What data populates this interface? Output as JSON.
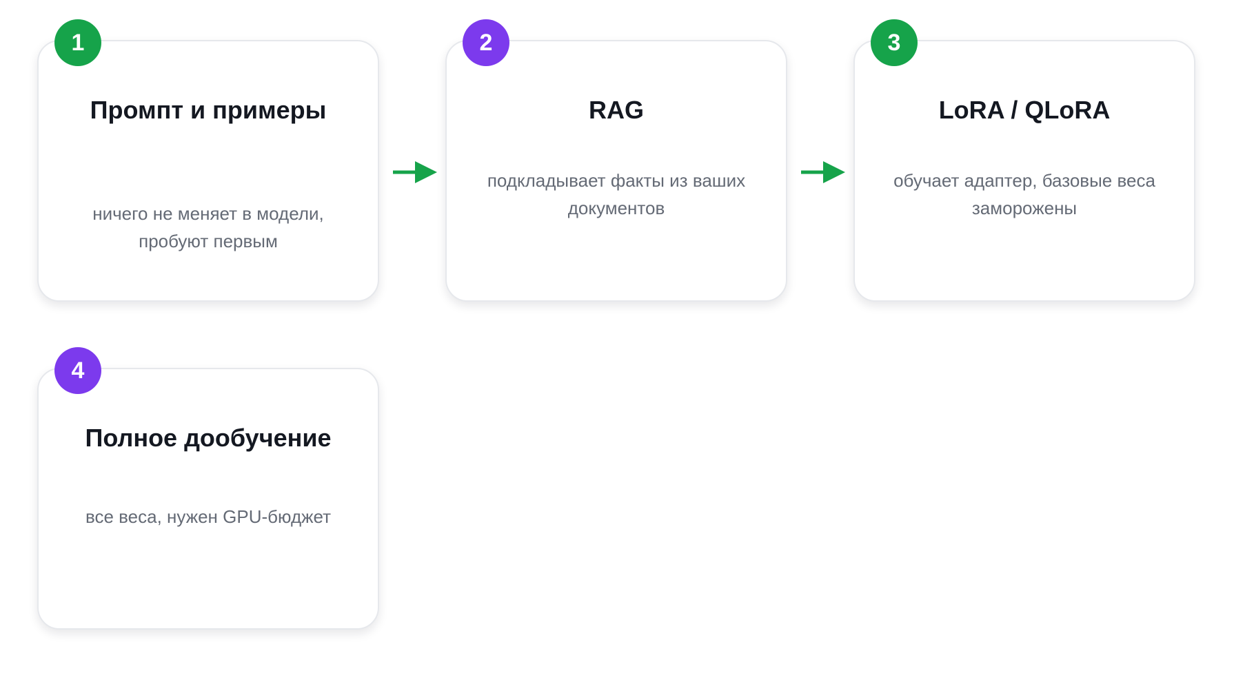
{
  "steps": [
    {
      "number": "1",
      "title": "Промпт и примеры",
      "description": "ничего не меняет в модели, пробуют первым",
      "badge_color": "#16a34a"
    },
    {
      "number": "2",
      "title": "RAG",
      "description": "подкладывает факты из ваших документов",
      "badge_color": "#7c3aed"
    },
    {
      "number": "3",
      "title": "LoRA / QLoRA",
      "description": "обучает адаптер, базовые веса заморожены",
      "badge_color": "#16a34a"
    },
    {
      "number": "4",
      "title": "Полное дообучение",
      "description": "все веса, нужен GPU-бюджет",
      "badge_color": "#7c3aed"
    }
  ],
  "colors": {
    "arrow": "#16a34a",
    "title": "#141821",
    "description": "#646a75",
    "card_border": "#e6e8ec"
  }
}
